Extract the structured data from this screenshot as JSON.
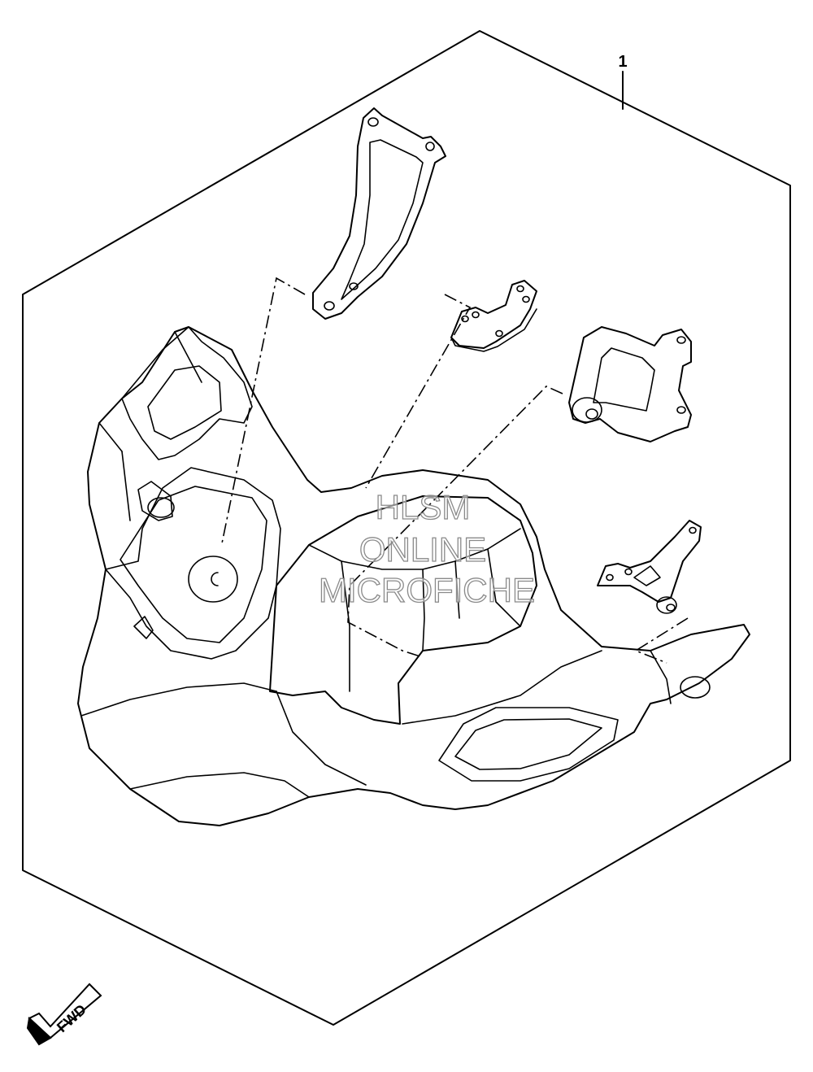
{
  "diagram": {
    "part_number_label": "1",
    "direction_label": "FWD",
    "watermark_lines": [
      "HLSM",
      "ONLINE",
      "MICROFICHE"
    ]
  }
}
